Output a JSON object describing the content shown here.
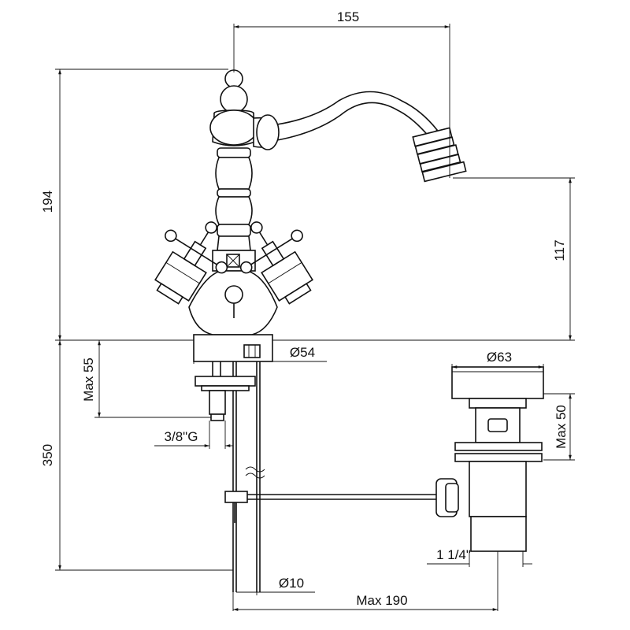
{
  "drawing": {
    "dimensions": {
      "width_155": "155",
      "height_194": "194",
      "spout_117": "117",
      "dia_54": "Ø54",
      "max_55": "Max 55",
      "thread_3_8": "3/8\"G",
      "height_350": "350",
      "dia_63": "Ø63",
      "max_50": "Max 50",
      "size_1_1_4": "1 1/4\"",
      "dia_10": "Ø10",
      "max_190": "Max 190"
    }
  }
}
